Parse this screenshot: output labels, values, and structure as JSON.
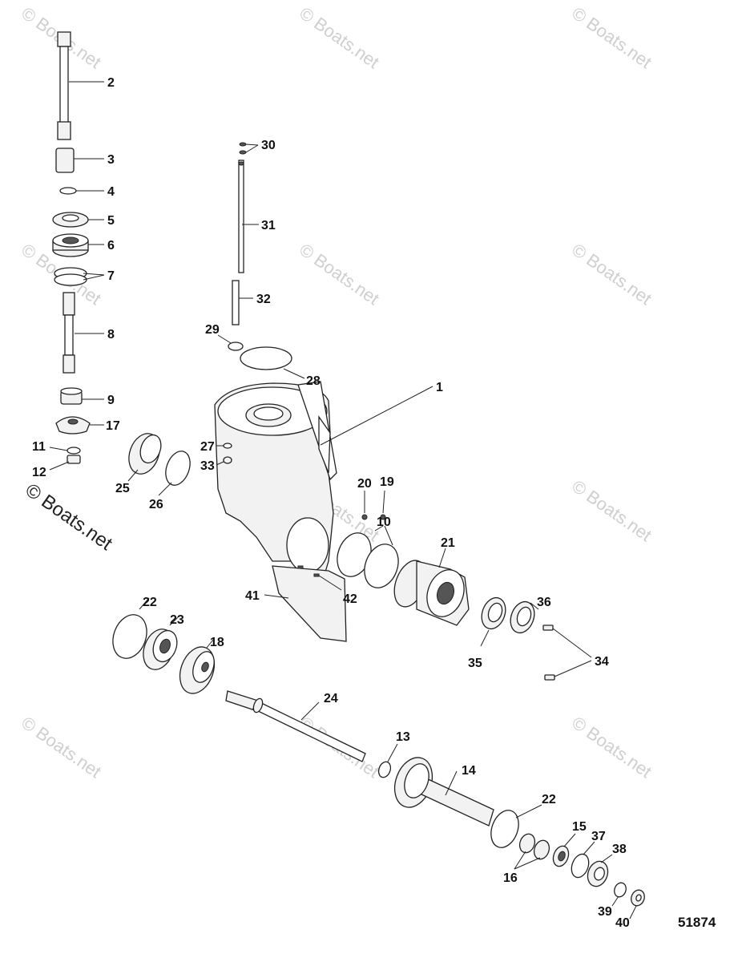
{
  "watermark": {
    "text": "© Boats.net"
  },
  "figure_number": "51874",
  "callouts": {
    "c1": "1",
    "c2": "2",
    "c3": "3",
    "c4": "4",
    "c5": "5",
    "c6": "6",
    "c7": "7",
    "c8": "8",
    "c9": "9",
    "c10": "10",
    "c11": "11",
    "c12": "12",
    "c13": "13",
    "c14": "14",
    "c15": "15",
    "c16": "16",
    "c17": "17",
    "c18": "18",
    "c19": "19",
    "c20": "20",
    "c21": "21",
    "c22a": "22",
    "c22b": "22",
    "c23": "23",
    "c24": "24",
    "c25": "25",
    "c26": "26",
    "c27": "27",
    "c28": "28",
    "c29": "29",
    "c30": "30",
    "c31": "31",
    "c32": "32",
    "c33": "33",
    "c34": "34",
    "c35": "35",
    "c36": "36",
    "c37": "37",
    "c38": "38",
    "c39": "39",
    "c40": "40",
    "c41": "41",
    "c42": "42"
  }
}
